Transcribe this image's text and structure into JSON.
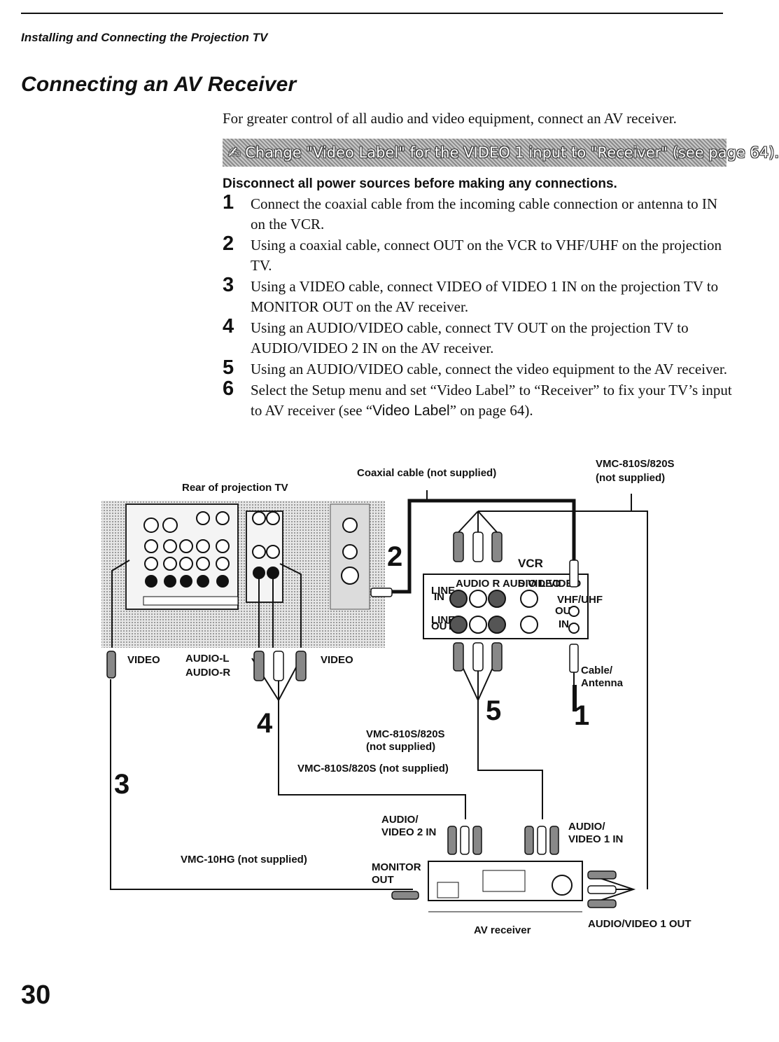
{
  "running_header": "Installing and Connecting the Projection TV",
  "page_title": "Connecting an AV Receiver",
  "intro": "For greater control of all audio and video equipment, connect an AV receiver.",
  "note": "✍ Change \"Video Label\" for the VIDEO 1 input to \"Receiver\" (see page 64).",
  "warning": "Disconnect all power sources before making any connections.",
  "steps": [
    {
      "num": "1",
      "text": "Connect the coaxial cable from the incoming cable connection or antenna to IN on the VCR."
    },
    {
      "num": "2",
      "text": "Using a coaxial cable, connect OUT on the VCR to VHF/UHF on the projection TV."
    },
    {
      "num": "3",
      "text": "Using a VIDEO cable, connect VIDEO of VIDEO 1 IN on the projection TV to MONITOR OUT on the AV receiver."
    },
    {
      "num": "4",
      "text": "Using an AUDIO/VIDEO cable, connect TV OUT on the projection TV to AUDIO/VIDEO 2 IN on the AV receiver."
    },
    {
      "num": "5",
      "text": "Using an AUDIO/VIDEO cable, connect the video equipment to the AV receiver."
    },
    {
      "num": "6",
      "text_before": "Select the Setup menu and set “Video Label” to “Receiver” to fix your TV’s input to AV receiver (see “",
      "text_inline": "Video Label",
      "text_after": "” on page 64)."
    }
  ],
  "diagram": {
    "coaxial_label": "Coaxial cable (not supplied)",
    "vmc_top_line1": "VMC-810S/820S",
    "vmc_top_line2": "(not supplied)",
    "rear_tv": "Rear of projection TV",
    "vcr": "VCR",
    "video_left": "VIDEO",
    "audio_l": "AUDIO-L",
    "audio_r": "AUDIO-R",
    "video_right": "VIDEO",
    "cable_antenna_1": "Cable/",
    "cable_antenna_2": "Antenna",
    "vmc_mid_1": "VMC-810S/820S",
    "vmc_mid_2": "(not supplied)",
    "vmc_long": "VMC-810S/820S (not supplied)",
    "av2_in_1": "AUDIO/",
    "av2_in_2": "VIDEO 2 IN",
    "av1_in_1": "AUDIO/",
    "av1_in_2": "VIDEO 1 IN",
    "vmc10hg": "VMC-10HG (not supplied)",
    "monitor_1": "MONITOR",
    "monitor_2": "OUT",
    "av_receiver": "AV receiver",
    "av1_out": "AUDIO/VIDEO 1 OUT",
    "vcr_line_in_1": "LINE",
    "vcr_line_in_2": "IN",
    "vcr_line_out_1": "LINE",
    "vcr_line_out_2": "OUT",
    "vcr_svideo": "S VIDEO",
    "vcr_vhfuhf": "VHF/UHF",
    "vcr_out": "OUT",
    "vcr_in": "IN",
    "vcr_jack_labels": "AUDIO R AUDIO L VIDEO",
    "step_markers": [
      "1",
      "2",
      "3",
      "4",
      "5"
    ]
  },
  "page_number": "30"
}
